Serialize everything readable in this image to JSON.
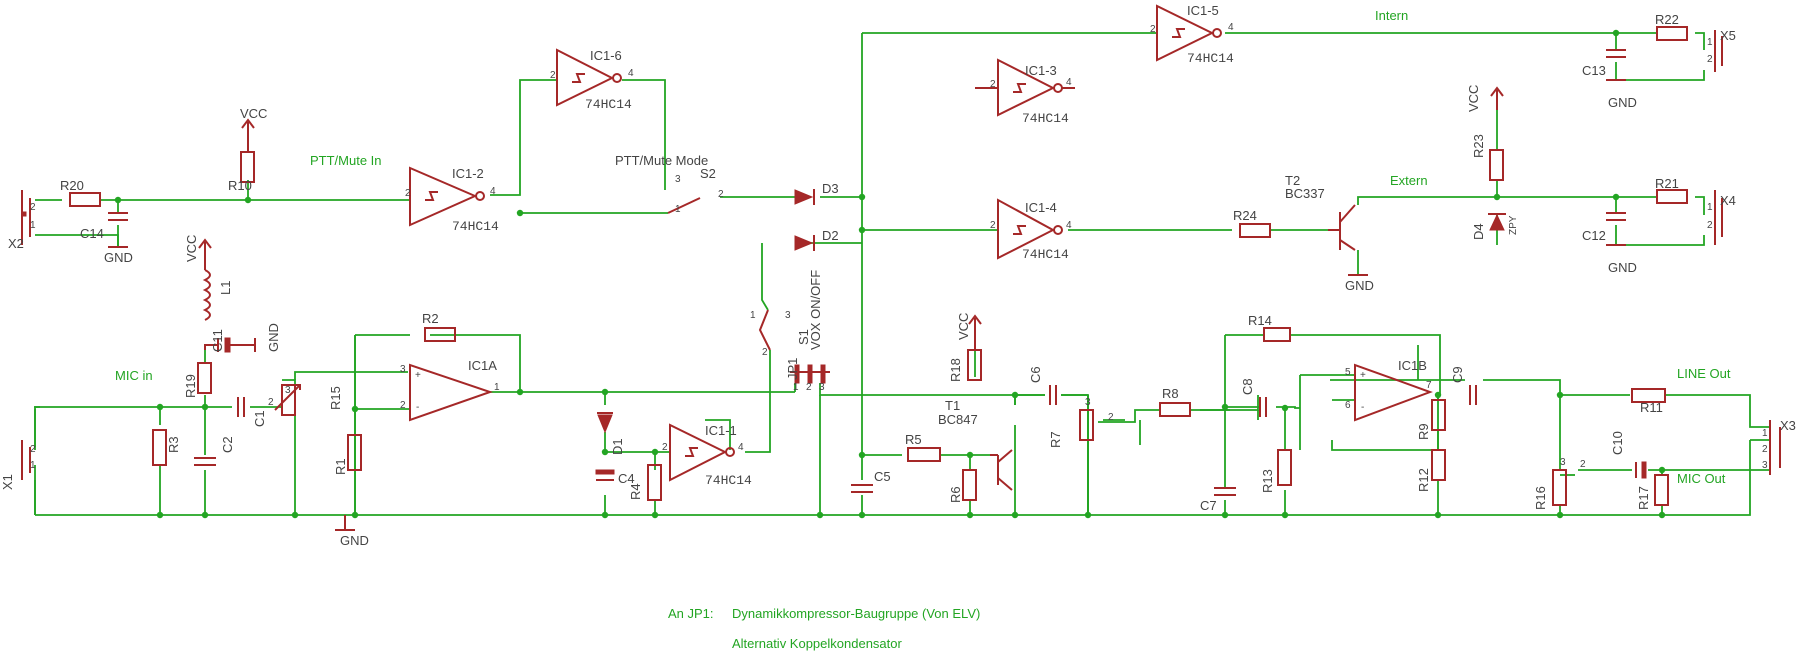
{
  "parts": {
    "X1": "X1",
    "X2": "X2",
    "X3": "X3",
    "X4": "X4",
    "X5": "X5",
    "R1": "R1",
    "R2": "R2",
    "R3": "R3",
    "R4": "R4",
    "R5": "R5",
    "R6": "R6",
    "R7": "R7",
    "R8": "R8",
    "R9": "R9",
    "R10": "R10",
    "R11": "R11",
    "R12": "R12",
    "R13": "R13",
    "R14": "R14",
    "R15": "R15",
    "R16": "R16",
    "R17": "R17",
    "R18": "R18",
    "R19": "R19",
    "R20": "R20",
    "R21": "R21",
    "R22": "R22",
    "R23": "R23",
    "R24": "R24",
    "C1": "C1",
    "C2": "C2",
    "C4": "C4",
    "C5": "C5",
    "C6": "C6",
    "C7": "C7",
    "C8": "C8",
    "C9": "C9",
    "C10": "C10",
    "C11": "C11",
    "C12": "C12",
    "C13": "C13",
    "C14": "C14",
    "D1": "D1",
    "D2": "D2",
    "D3": "D3",
    "D4": "D4",
    "ZPY": "ZPY",
    "L1": "L1",
    "T1": "T1",
    "T1type": "BC847",
    "T2": "T2",
    "T2type": "BC337",
    "S1": "S1",
    "S1label": "VOX ON/OFF",
    "S2": "S2",
    "S2label": "PTT/Mute Mode",
    "JP1": "JP1",
    "IC1A": "IC1A",
    "IC1B": "IC1B",
    "IC1_1": "IC1-1",
    "IC1_2": "IC1-2",
    "IC1_3": "IC1-3",
    "IC1_4": "IC1-4",
    "IC1_5": "IC1-5",
    "IC1_6": "IC1-6",
    "chip": "74HC14"
  },
  "supply": {
    "vcc": "VCC",
    "gnd": "GND"
  },
  "nets": {
    "intern": "Intern",
    "extern": "Extern",
    "ptt": "PTT/Mute In",
    "mic_in": "MIC in",
    "line_out": "LINE Out",
    "mic_out": "MIC Out"
  },
  "pins": {
    "p1": "1",
    "p2": "2",
    "p3": "3",
    "p4": "4",
    "p5": "5",
    "p6": "6",
    "p7": "7",
    "plus": "+",
    "minus": "-"
  },
  "notes": {
    "prefix": "An JP1:",
    "line1": "Dynamikkompressor-Baugruppe (Von ELV)",
    "line2": "Alternativ Koppelkondensator"
  }
}
